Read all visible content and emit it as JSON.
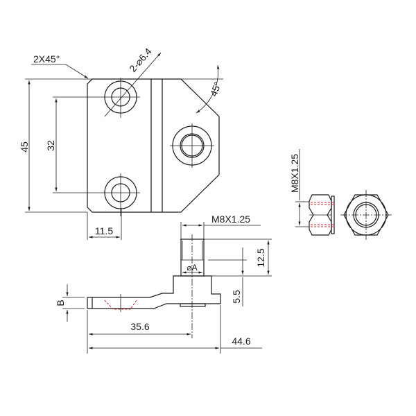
{
  "drawing": {
    "top_view": {
      "chamfer_label": "2X45°",
      "hole_label": "2-⌀6.4",
      "angle_label": "45°",
      "height_label": "45",
      "hole_spacing_label": "32",
      "offset_label": "11.5"
    },
    "side_view": {
      "thread_label": "M8X1.25",
      "stud_height_label": "12.5",
      "boss_height_label": "5.5",
      "diameter_label": "⌀A",
      "thickness_label": "B",
      "center_distance_label": "35.6",
      "overall_length_label": "44.6"
    },
    "nut_view": {
      "thread_label": "M8X1.25"
    },
    "colors": {
      "line": "#1a1a1a",
      "hidden": "#d0202a"
    }
  }
}
